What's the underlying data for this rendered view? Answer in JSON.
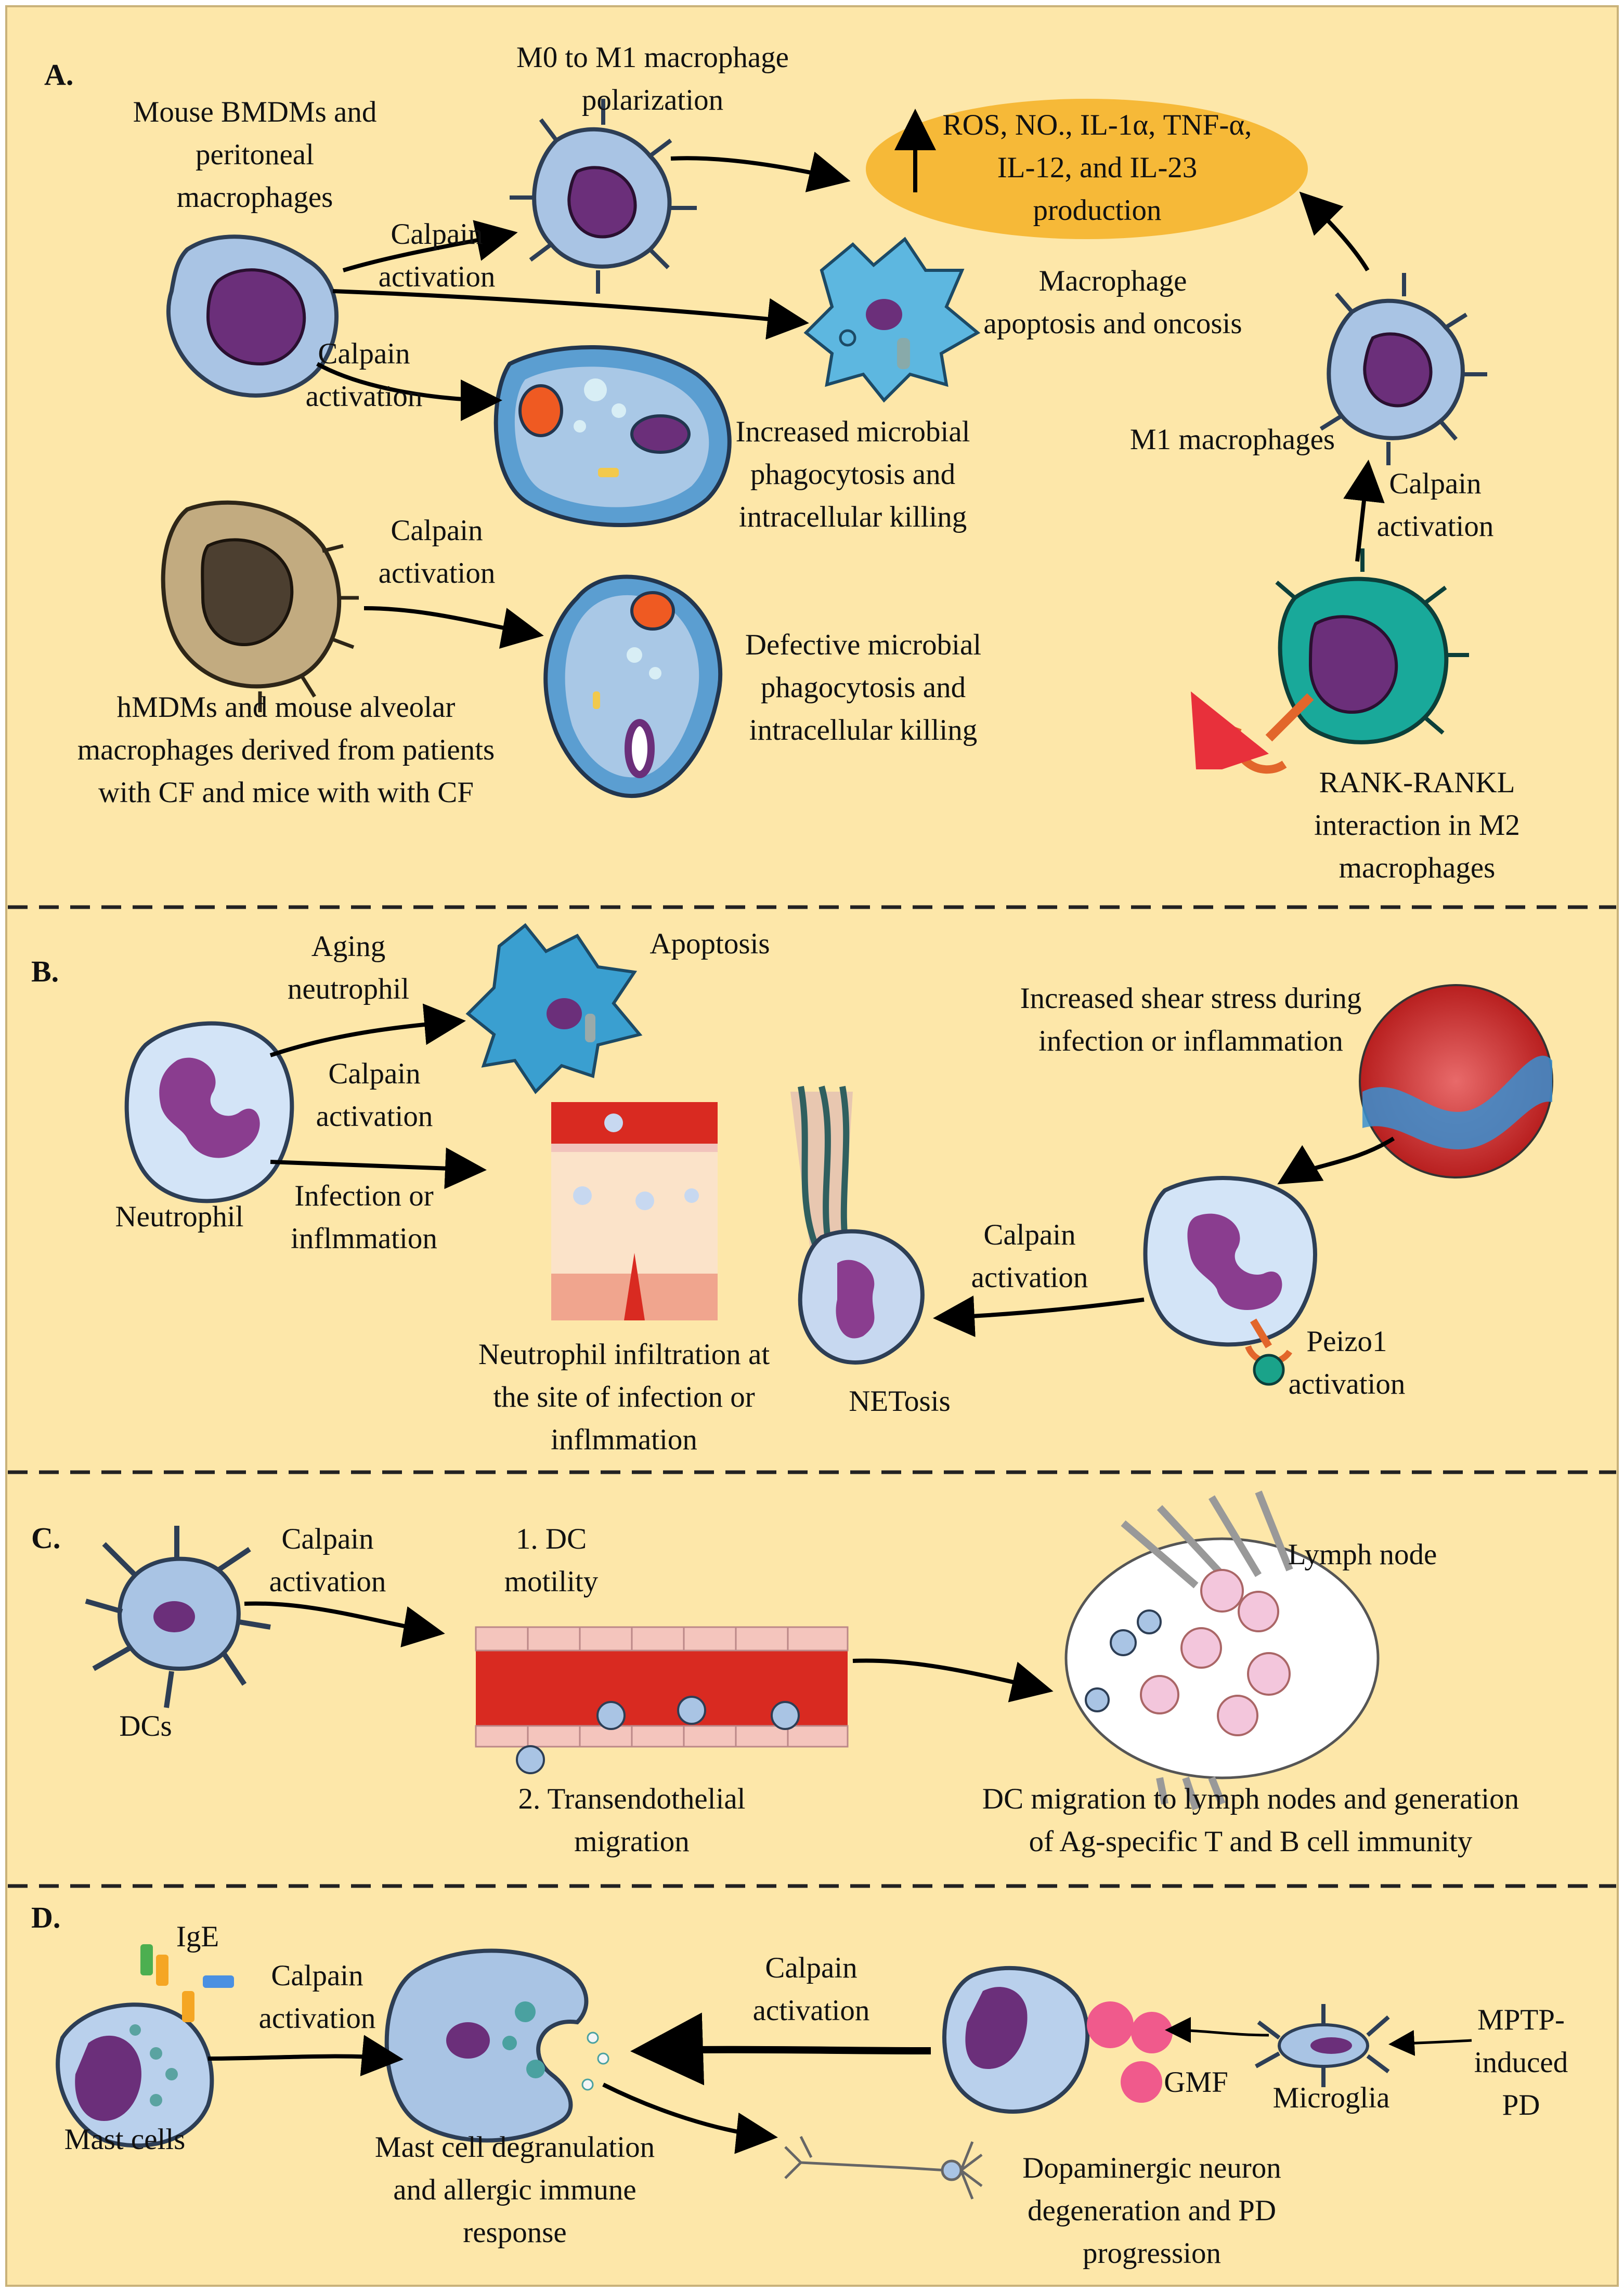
{
  "panels": {
    "a": {
      "letter": "A.",
      "title_line1": "M0 to M1 macrophage",
      "title_line2": "polarization",
      "mouse_line1": "Mouse BMDMs and",
      "mouse_line2": "peritoneal",
      "mouse_line3": "macrophages",
      "calpain1_line1": "Calpain",
      "calpain1_line2": "activation",
      "calpain2_line1": "Calpain",
      "calpain2_line2": "activation",
      "calpain3_line1": "Calpain",
      "calpain3_line2": "activation",
      "calpain4_line1": "Calpain",
      "calpain4_line2": "activation",
      "ros_line1": "ROS, NO., IL-1α, TNF-α,",
      "ros_line2": "IL-12, and IL-23",
      "ros_line3": "production",
      "apoptosis_line1": "Macrophage",
      "apoptosis_line2": "apoptosis and oncosis",
      "increased_line1": "Increased microbial",
      "increased_line2": "phagocytosis and",
      "increased_line3": "intracellular killing",
      "defective_line1": "Defective microbial",
      "defective_line2": "phagocytosis and",
      "defective_line3": "intracellular killing",
      "cf_line1": "hMDMs and mouse alveolar",
      "cf_line2": "macrophages derived from patients",
      "cf_line3": "with CF and mice with with CF",
      "m1": "M1 macrophages",
      "rank_line1": "RANK-RANKL",
      "rank_line2": "interaction in M2",
      "rank_line3": "macrophages"
    },
    "b": {
      "letter": "B.",
      "aging_line1": "Aging",
      "aging_line2": "neutrophil",
      "apoptosis": "Apoptosis",
      "calpain1_line1": "Calpain",
      "calpain1_line2": "activation",
      "infection_line1": "Infection or",
      "infection_line2": "inflmmation",
      "neutrophil": "Neutrophil",
      "shear_line1": "Increased shear stress during",
      "shear_line2": "infection or inflammation",
      "calpain2_line1": "Calpain",
      "calpain2_line2": "activation",
      "infiltration_line1": "Neutrophil infiltration at",
      "infiltration_line2": "the site of infection or",
      "infiltration_line3": "inflmmation",
      "netosis": "NETosis",
      "peizo_line1": "Peizo1",
      "peizo_line2": "activation"
    },
    "c": {
      "letter": "C.",
      "calpain_line1": "Calpain",
      "calpain_line2": "activation",
      "motility_line1": "1. DC",
      "motility_line2": "motility",
      "dcs": "DCs",
      "trans_line1": "2. Transendothelial",
      "trans_line2": "migration",
      "lymph": "Lymph node",
      "migration_line1": "DC migration to lymph nodes and  generation",
      "migration_line2": "of Ag-specific T and B cell immunity"
    },
    "d": {
      "letter": "D.",
      "ige": "IgE",
      "calpain1_line1": "Calpain",
      "calpain1_line2": "activation",
      "calpain2_line1": "Calpain",
      "calpain2_line2": "activation",
      "mast": "Mast cells",
      "degran_line1": "Mast cell degranulation",
      "degran_line2": "and allergic immune",
      "degran_line3": "response",
      "gmf": "GMF",
      "microglia": "Microglia",
      "mptp_line1": "MPTP-",
      "mptp_line2": "induced",
      "mptp_line3": "PD",
      "neuron_line1": "Dopaminergic neuron",
      "neuron_line2": "degeneration and  PD",
      "neuron_line3": "progression"
    }
  },
  "colors": {
    "background": "#fde7a9",
    "cell_body": "#a9c4e4",
    "nucleus": "#6b2f7a",
    "ros_ellipse": "#f6b938",
    "teal_cell": "#19a99a",
    "rankl_red": "#e8303b",
    "vessel_red": "#d92a21",
    "gmf_pink": "#f05a8c"
  }
}
